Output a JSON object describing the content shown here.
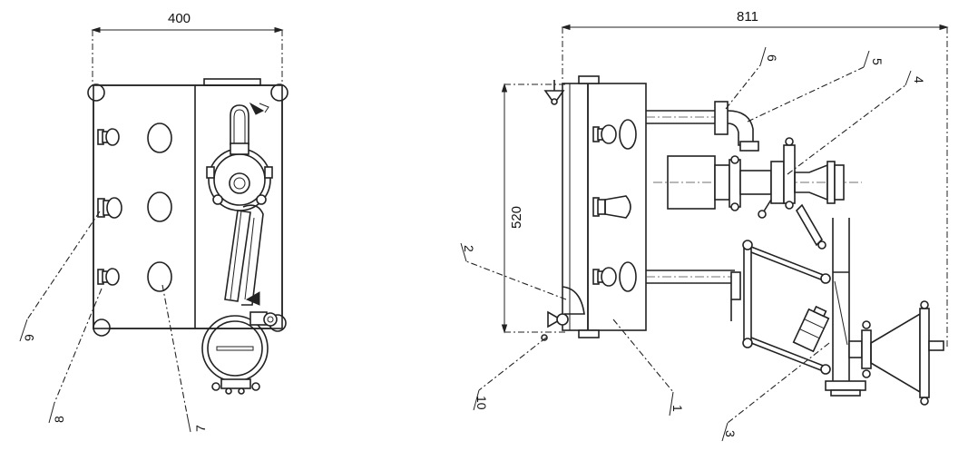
{
  "front_view": {
    "width_dimension": "400",
    "tags": [
      "9",
      "8",
      "7"
    ]
  },
  "side_view": {
    "width_dimension": "811",
    "height_dimension": "520",
    "tags": [
      "6",
      "5",
      "4",
      "2",
      "10",
      "1",
      "3"
    ]
  }
}
